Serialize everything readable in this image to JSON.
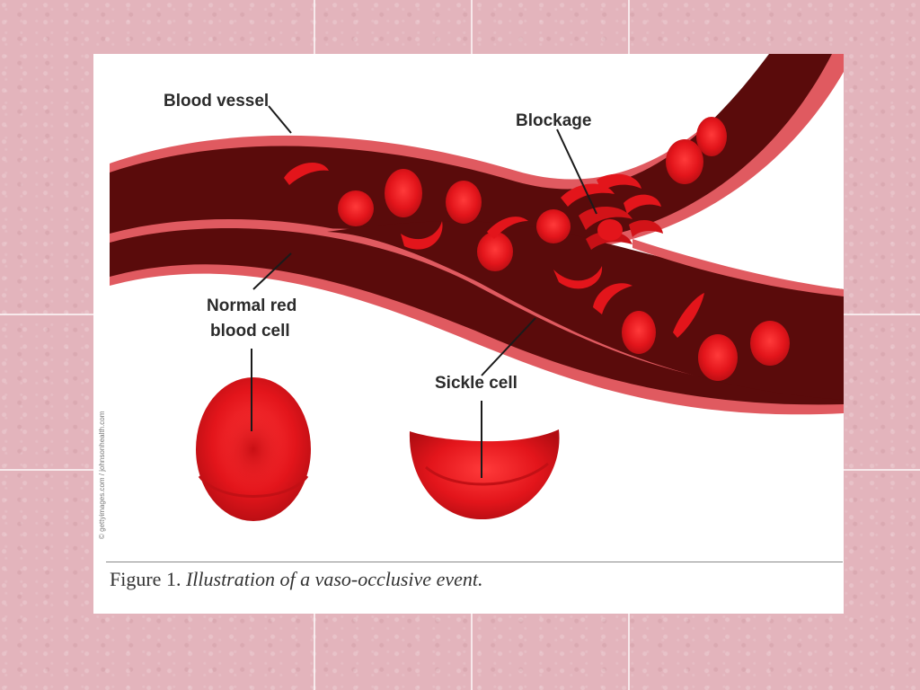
{
  "labels": {
    "blood_vessel": "Blood vessel",
    "blockage": "Blockage",
    "normal_cell_line1": "Normal red",
    "normal_cell_line2": "blood cell",
    "sickle_cell": "Sickle cell"
  },
  "credit": "© gettyimages.com / johnsonhealth.com",
  "caption": {
    "figure_number": "Figure 1.",
    "text": "Illustration of a vaso-occlusive event."
  },
  "colors": {
    "background": "#e3b4bc",
    "vessel_inner": "#5a0b0b",
    "vessel_wall": "#e05a60",
    "cell_red": "#e3151b",
    "cell_dark": "#b20d12"
  }
}
